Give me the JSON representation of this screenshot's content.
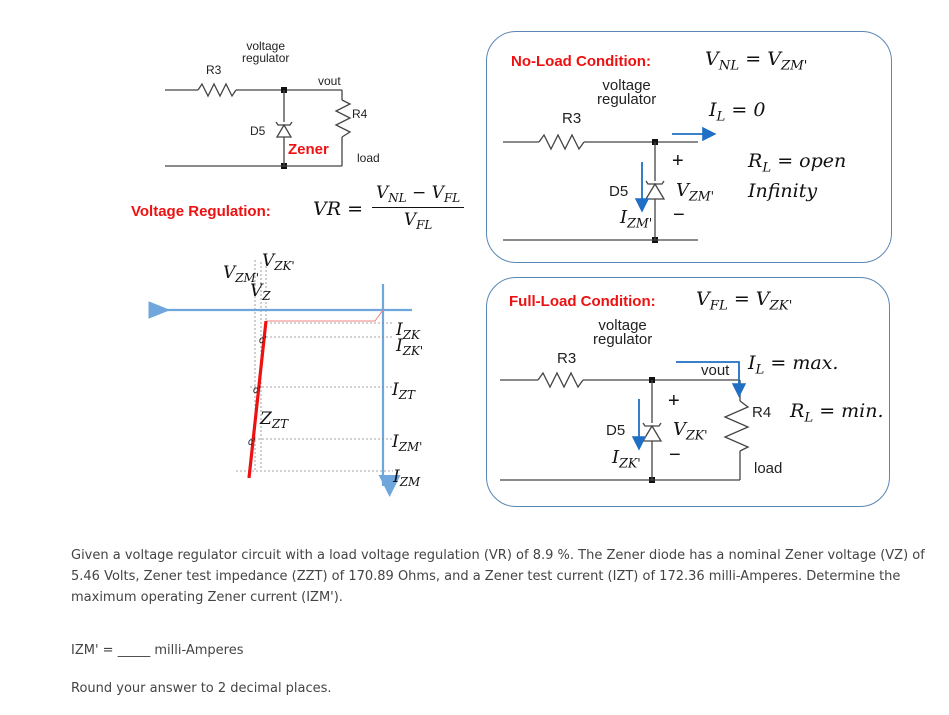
{
  "circuit_main": {
    "title_line1": "voltage",
    "title_line2": "regulator",
    "r3": "R3",
    "r4": "R4",
    "d5": "D5",
    "vout": "vout",
    "zener": "Zener",
    "load": "load"
  },
  "voltage_regulation": {
    "label": "Voltage Regulation:",
    "lhs": "VR =",
    "numerator": "V_NL − V_FL",
    "denominator": "V_FL"
  },
  "characteristic_curve": {
    "v_labels": {
      "vzm_prime": "V_ZM'",
      "vzk_prime": "V_ZK'",
      "vz": "V_Z"
    },
    "i_labels": {
      "izk": "I_ZK",
      "izk_prime": "I_ZK'",
      "izt": "I_ZT",
      "izm_prime": "I_ZM'",
      "izm": "I_ZM"
    },
    "zzt": "Z_ZT"
  },
  "no_load": {
    "title": "No-Load Condition:",
    "equation": "V_NL = V_ZM'",
    "voltage_reg_line1": "voltage",
    "voltage_reg_line2": "regulator",
    "r3": "R3",
    "d5": "D5",
    "il": "I_L = 0",
    "plus": "+",
    "minus": "−",
    "vzm_prime": "V_ZM'",
    "izm_prime": "I_ZM'",
    "rl": "R_L = open",
    "infinity": "Infinity"
  },
  "full_load": {
    "title": "Full-Load Condition:",
    "equation": "V_FL = V_ZK'",
    "voltage_reg_line1": "voltage",
    "voltage_reg_line2": "regulator",
    "r3": "R3",
    "r4": "R4",
    "d5": "D5",
    "vout": "vout",
    "load": "load",
    "il": "I_L = max.",
    "rl": "R_L = min.",
    "plus": "+",
    "minus": "−",
    "vzk_prime": "V_ZK'",
    "izk_prime": "I_ZK'"
  },
  "question": {
    "paragraph": "Given a voltage regulator circuit with a load voltage regulation (VR) of 8.9 %. The Zener diode has a nominal Zener voltage (VZ) of 5.46 Volts, Zener test impedance (ZZT) of 170.89 Ohms, and a Zener test current (IZT) of 172.36 milli-Amperes. Determine the maximum operating Zener current (IZM').",
    "answer_prefix": "IZM' =",
    "answer_blank": "_____",
    "answer_unit": "milli-Amperes",
    "rounding_note": "Round your answer to 2 decimal places."
  },
  "colors": {
    "accent_red": "#ee1111",
    "axis_blue": "#6fa6dc",
    "arrow_blue": "#1f6fc4",
    "box_border": "#5b86b5",
    "text": "#444444"
  }
}
